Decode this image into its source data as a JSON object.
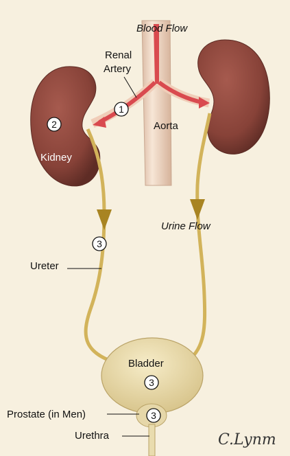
{
  "labels": {
    "blood_flow": "Blood Flow",
    "renal_artery_line1": "Renal",
    "renal_artery_line2": "Artery",
    "aorta": "Aorta",
    "kidney": "Kidney",
    "urine_flow": "Urine Flow",
    "ureter": "Ureter",
    "bladder": "Bladder",
    "prostate": "Prostate (in Men)",
    "urethra": "Urethra",
    "signature": "C.Lynm"
  },
  "badges": {
    "artery": "1",
    "kidney": "2",
    "ureter": "3",
    "bladder": "3",
    "prostate": "3"
  },
  "colors": {
    "background": "#f7f0df",
    "kidney": "#8c4a40",
    "aorta": "#f0d8c6",
    "artery": "#d94a4f",
    "ureter": "#e0c46a",
    "bladder": "#e9dcae",
    "arrow": "#a88422"
  }
}
